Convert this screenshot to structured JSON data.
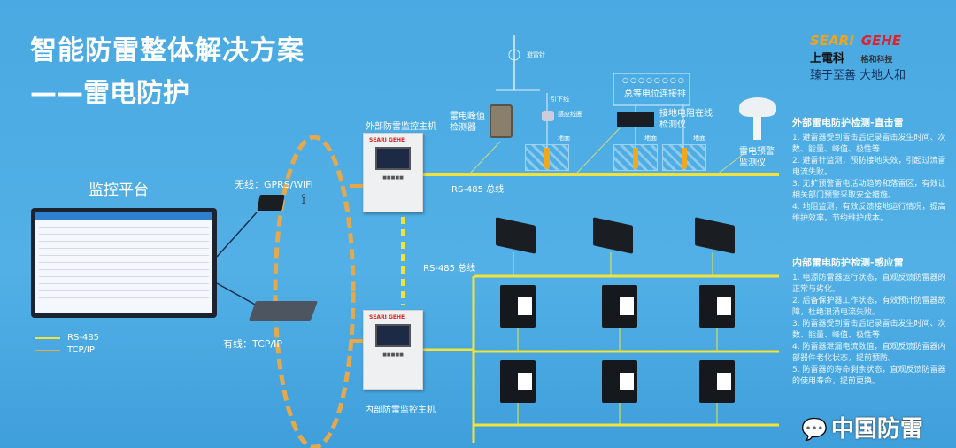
{
  "title": {
    "line1": "智能防雷整体解决方案",
    "line2": "——雷电防护"
  },
  "logo": {
    "brand1": "SEARI",
    "brand1_cn": "上電科",
    "brand2": "GEHE",
    "brand2_cn": "格和科技",
    "slogan1": "臻于至善",
    "slogan2": "大地人和"
  },
  "platform": {
    "label": "监控平台"
  },
  "links": {
    "wireless": "无线：GPRS/WiFi",
    "wired": "有线：TCP/IP"
  },
  "hosts": {
    "external": "外部防雷监控主机",
    "internal": "内部防雷监控主机",
    "brand": "SEARI GEHE"
  },
  "bus": {
    "top": "RS-485 总线",
    "middle": "RS-485 总线"
  },
  "external_devices": {
    "tower": "避雷针",
    "lead": "引下线",
    "clamp": "感应线圈",
    "detector": "雷电峰值检测器",
    "ground1": "地面",
    "ground2": "地面",
    "ground3": "地面",
    "bar": "总等电位连接排",
    "resistance": "接地电阻在线检测仪",
    "warning": "雷电预警监测仪"
  },
  "legend": [
    {
      "label": "RS-485",
      "color": "#f2e23a"
    },
    {
      "label": "TCP/IP",
      "color": "#e8a94a"
    }
  ],
  "direct": {
    "title": "外部雷电防护检测-直击雷",
    "items": [
      "1. 避雷器受到雷击后记录雷击发生时间、次数、能量、峰值、极性等",
      "2. 避雷针监测，预防接地失效，引起过流雷电流失败。",
      "3. 无扩预警雷电活动趋势和落雷区，有效让相关部门预警采取安全措施。",
      "4. 地阻监测，有效反馈接地运行情况，提高维护效率，节约维护成本。"
    ]
  },
  "induced": {
    "title": "内部雷电防护检测-感应雷",
    "items": [
      "1. 电源防雷器运行状态，直观反馈防雷器的正常与劣化。",
      "2. 后备保护器工作状态，有效预计防雷器故障，杜绝浪涌电流失败。",
      "3. 防雷器受到雷击后记录雷击发生时间、次数、能量、峰值、极性等",
      "4. 防雷器泄漏电流数值，直观反馈防雷器内部器件老化状态，提前预防。",
      "5. 防雷器的寿命剩余状态，直观反馈防雷器的使用寿命，提前更换。"
    ]
  },
  "watermark": "中国防雷"
}
